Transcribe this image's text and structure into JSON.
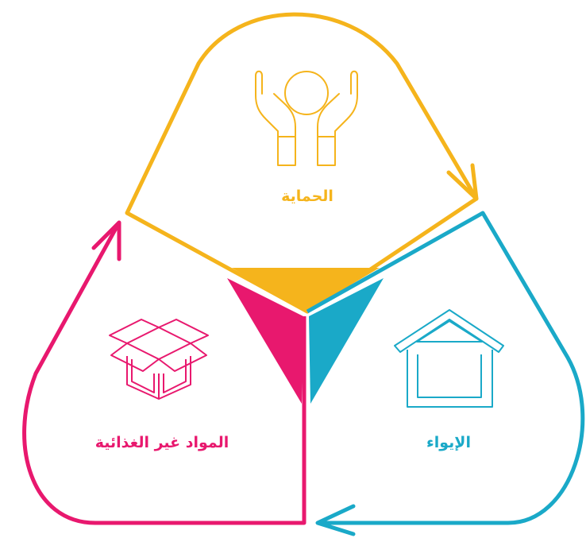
{
  "colors": {
    "protection": "#F5B41C",
    "shelter": "#1AA9C8",
    "non_food_items": "#E8186E"
  },
  "sections": {
    "protection": {
      "label": "الحماية",
      "icon": "hands-holding-circle-icon"
    },
    "shelter": {
      "label": "الإيواء",
      "icon": "house-icon"
    },
    "non_food_items": {
      "label": "المواد غير الغذائية",
      "icon": "open-box-icon"
    }
  }
}
